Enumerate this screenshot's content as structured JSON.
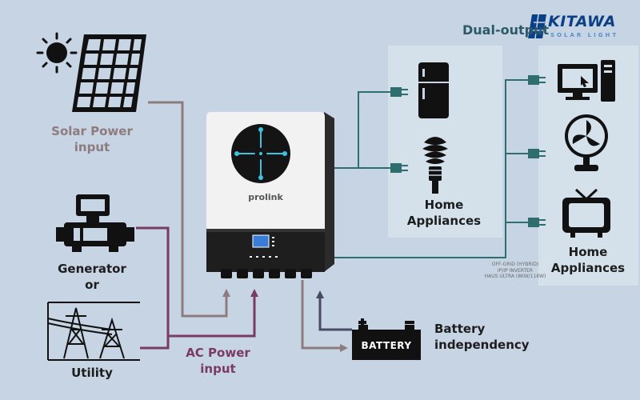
{
  "logo": {
    "name": "KITAWA",
    "tagline": "SOLAR LIGHT"
  },
  "inverter": {
    "brand": "prolink",
    "note": [
      "OFF-GRID (HYBRID)",
      "IP/IP INVERTER",
      "HAUS ULTRA (8KW/11KW)"
    ]
  },
  "inputs": {
    "solar": [
      "Solar Power",
      "input"
    ],
    "generator": [
      "Generator",
      "or"
    ],
    "utility": "Utility",
    "ac_power": [
      "AC Power",
      "input"
    ]
  },
  "outputs": {
    "title": "Dual-output",
    "home_appliances_1": [
      "Home",
      "Appliances"
    ],
    "home_appliances_2": [
      "Home",
      "Appliances"
    ]
  },
  "battery": {
    "device_label": "BATTERY",
    "caption": [
      "Battery",
      "independency"
    ]
  },
  "colors": {
    "background": "#c6d4e4",
    "panel": "#d3e0ea",
    "solar_line": "#8e7b7e",
    "ac_line": "#7a3b62",
    "output_line": "#2f6d6f",
    "battery_line_in": "#8e7b7e",
    "battery_line_out": "#4a4a68"
  }
}
